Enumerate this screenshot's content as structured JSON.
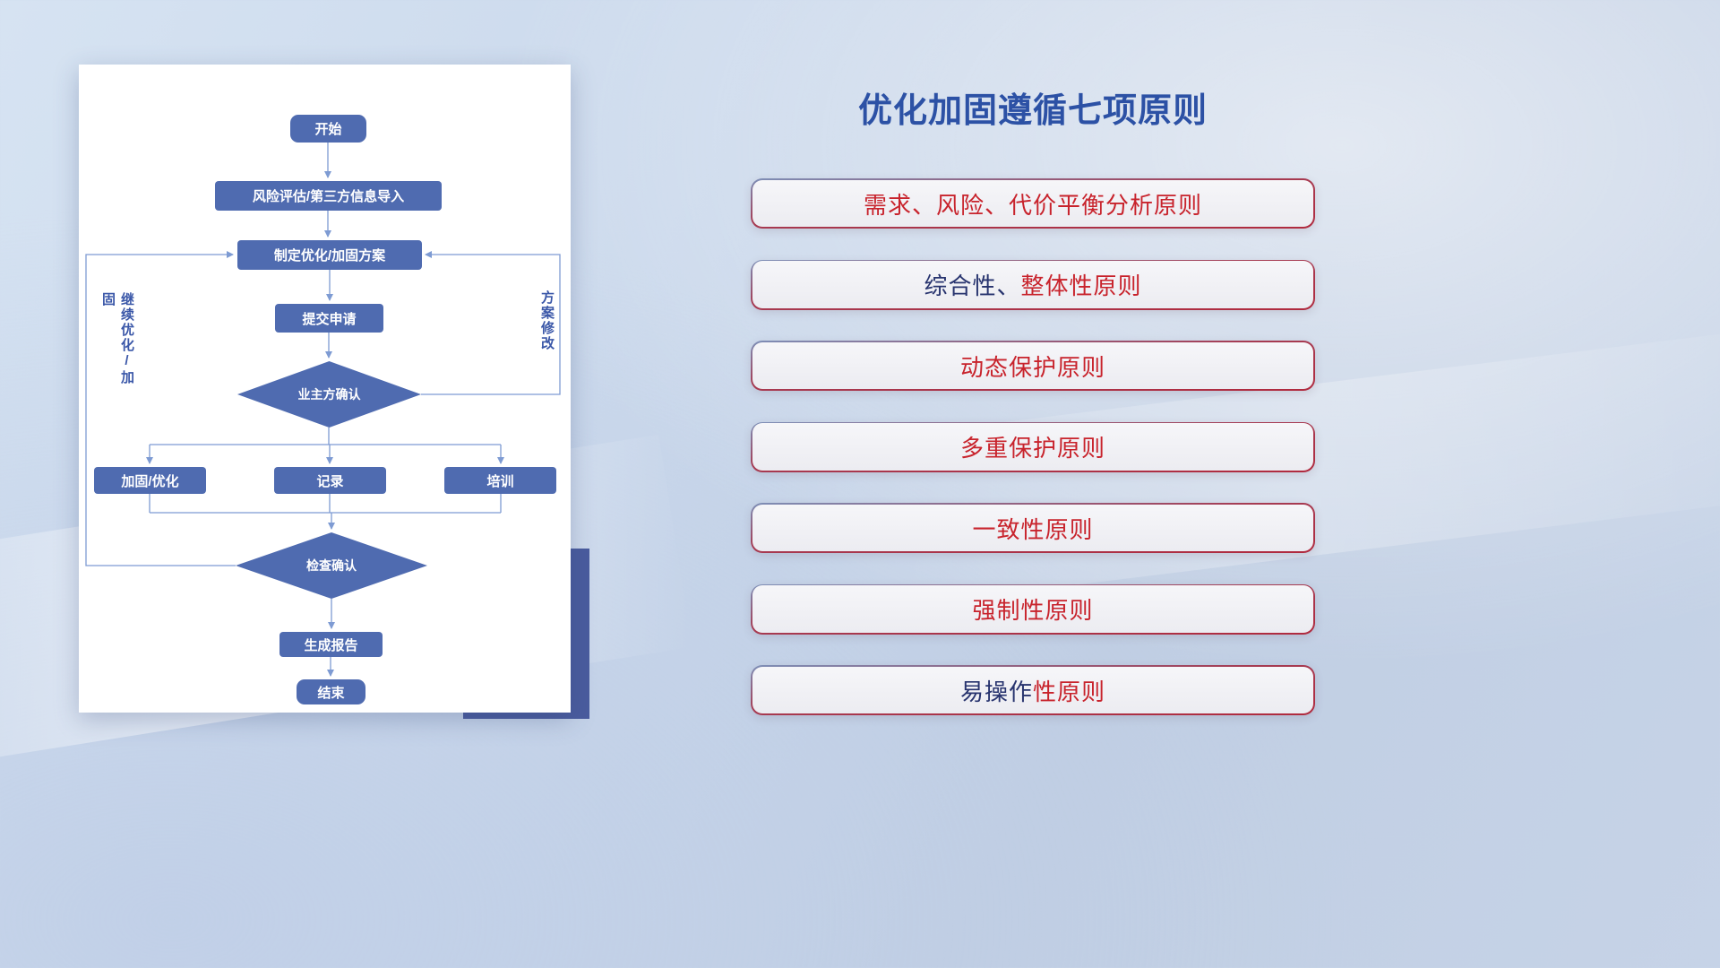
{
  "title": "优化加固遵循七项原则",
  "flowchart": {
    "nodes": {
      "start": "开始",
      "risk_import": "风险评估/第三方信息导入",
      "make_plan": "制定优化/加固方案",
      "submit": "提交申请",
      "owner_confirm": "业主方确认",
      "reinforce": "加固/优化",
      "record": "记录",
      "training": "培训",
      "check_confirm": "检查确认",
      "report": "生成报告",
      "end": "结束"
    },
    "labels": {
      "continue_loop": "继续优化/加固",
      "plan_revise": "方案修改"
    }
  },
  "principles": [
    {
      "segments": [
        {
          "text": "需求、风险、代价平衡分析原则",
          "color": "red"
        }
      ]
    },
    {
      "segments": [
        {
          "text": "综合性、",
          "color": "blue"
        },
        {
          "text": "整体性原则",
          "color": "red"
        }
      ]
    },
    {
      "segments": [
        {
          "text": "动态保护原则",
          "color": "red"
        }
      ]
    },
    {
      "segments": [
        {
          "text": "多重保护原则",
          "color": "red"
        }
      ]
    },
    {
      "segments": [
        {
          "text": "一致性原则",
          "color": "red"
        }
      ]
    },
    {
      "segments": [
        {
          "text": "强制性原则",
          "color": "red"
        }
      ]
    },
    {
      "segments": [
        {
          "text": "易操作",
          "color": "blue"
        },
        {
          "text": "性原则",
          "color": "red"
        }
      ]
    }
  ],
  "colors": {
    "accent_blue": "#2c51a5",
    "text_red": "#c8232c",
    "text_navy": "#27336e",
    "node_fill": "#4f6bb0",
    "connector": "#7e9bd3",
    "backdrop_blue": "#4a5c9e"
  }
}
